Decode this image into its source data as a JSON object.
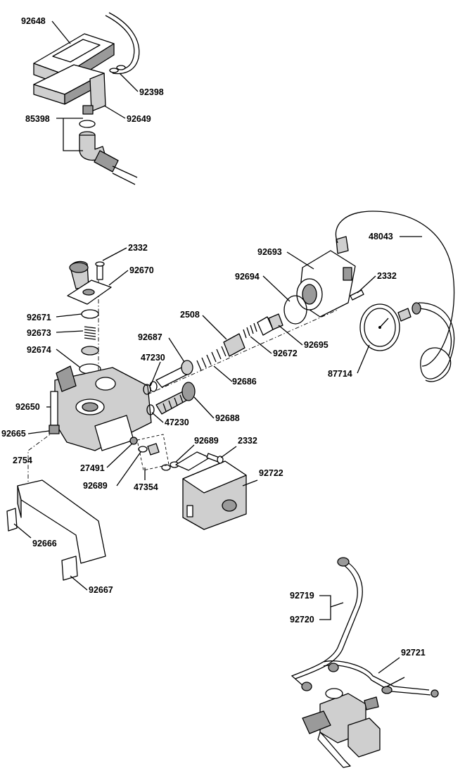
{
  "callouts": [
    {
      "id": "92648",
      "text": "92648"
    },
    {
      "id": "92398",
      "text": "92398"
    },
    {
      "id": "92649",
      "text": "92649"
    },
    {
      "id": "85398",
      "text": "85398"
    },
    {
      "id": "2332a",
      "text": "2332"
    },
    {
      "id": "92670",
      "text": "92670"
    },
    {
      "id": "92671",
      "text": "92671"
    },
    {
      "id": "92673",
      "text": "92673"
    },
    {
      "id": "92674",
      "text": "92674"
    },
    {
      "id": "92650",
      "text": "92650"
    },
    {
      "id": "92665",
      "text": "92665"
    },
    {
      "id": "2754",
      "text": "2754"
    },
    {
      "id": "92666",
      "text": "92666"
    },
    {
      "id": "92667",
      "text": "92667"
    },
    {
      "id": "27491",
      "text": "27491"
    },
    {
      "id": "92689a",
      "text": "92689"
    },
    {
      "id": "47354",
      "text": "47354"
    },
    {
      "id": "92689b",
      "text": "92689"
    },
    {
      "id": "2332b",
      "text": "2332"
    },
    {
      "id": "92722",
      "text": "92722"
    },
    {
      "id": "47230a",
      "text": "47230"
    },
    {
      "id": "47230b",
      "text": "47230"
    },
    {
      "id": "92687",
      "text": "92687"
    },
    {
      "id": "92688",
      "text": "92688"
    },
    {
      "id": "2508",
      "text": "2508"
    },
    {
      "id": "92686",
      "text": "92686"
    },
    {
      "id": "92672",
      "text": "92672"
    },
    {
      "id": "92694",
      "text": "92694"
    },
    {
      "id": "92693",
      "text": "92693"
    },
    {
      "id": "92695",
      "text": "92695"
    },
    {
      "id": "2332c",
      "text": "2332"
    },
    {
      "id": "48043",
      "text": "48043"
    },
    {
      "id": "87714",
      "text": "87714"
    },
    {
      "id": "92719",
      "text": "92719"
    },
    {
      "id": "92720",
      "text": "92720"
    },
    {
      "id": "92721",
      "text": "92721"
    }
  ]
}
